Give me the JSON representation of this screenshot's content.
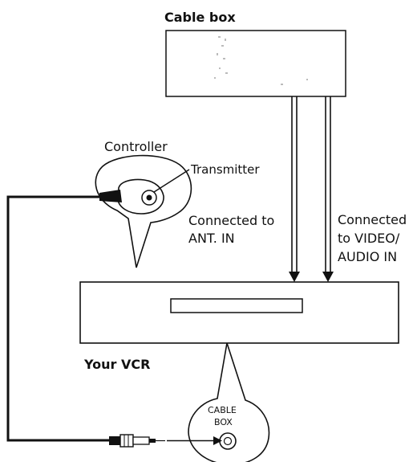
{
  "labels": {
    "cable_box": "Cable box",
    "controller": "Controller",
    "transmitter": "Transmitter",
    "connected_ant_line1": "Connected to",
    "connected_ant_line2": "ANT. IN",
    "connected_video_line1": "Connected",
    "connected_video_line2": "to VIDEO/",
    "connected_video_line3": "AUDIO IN",
    "your_vcr": "Your VCR",
    "jack_line1": "CABLE",
    "jack_line2": "BOX"
  },
  "colors": {
    "line": "#111111",
    "background": "#ffffff"
  }
}
